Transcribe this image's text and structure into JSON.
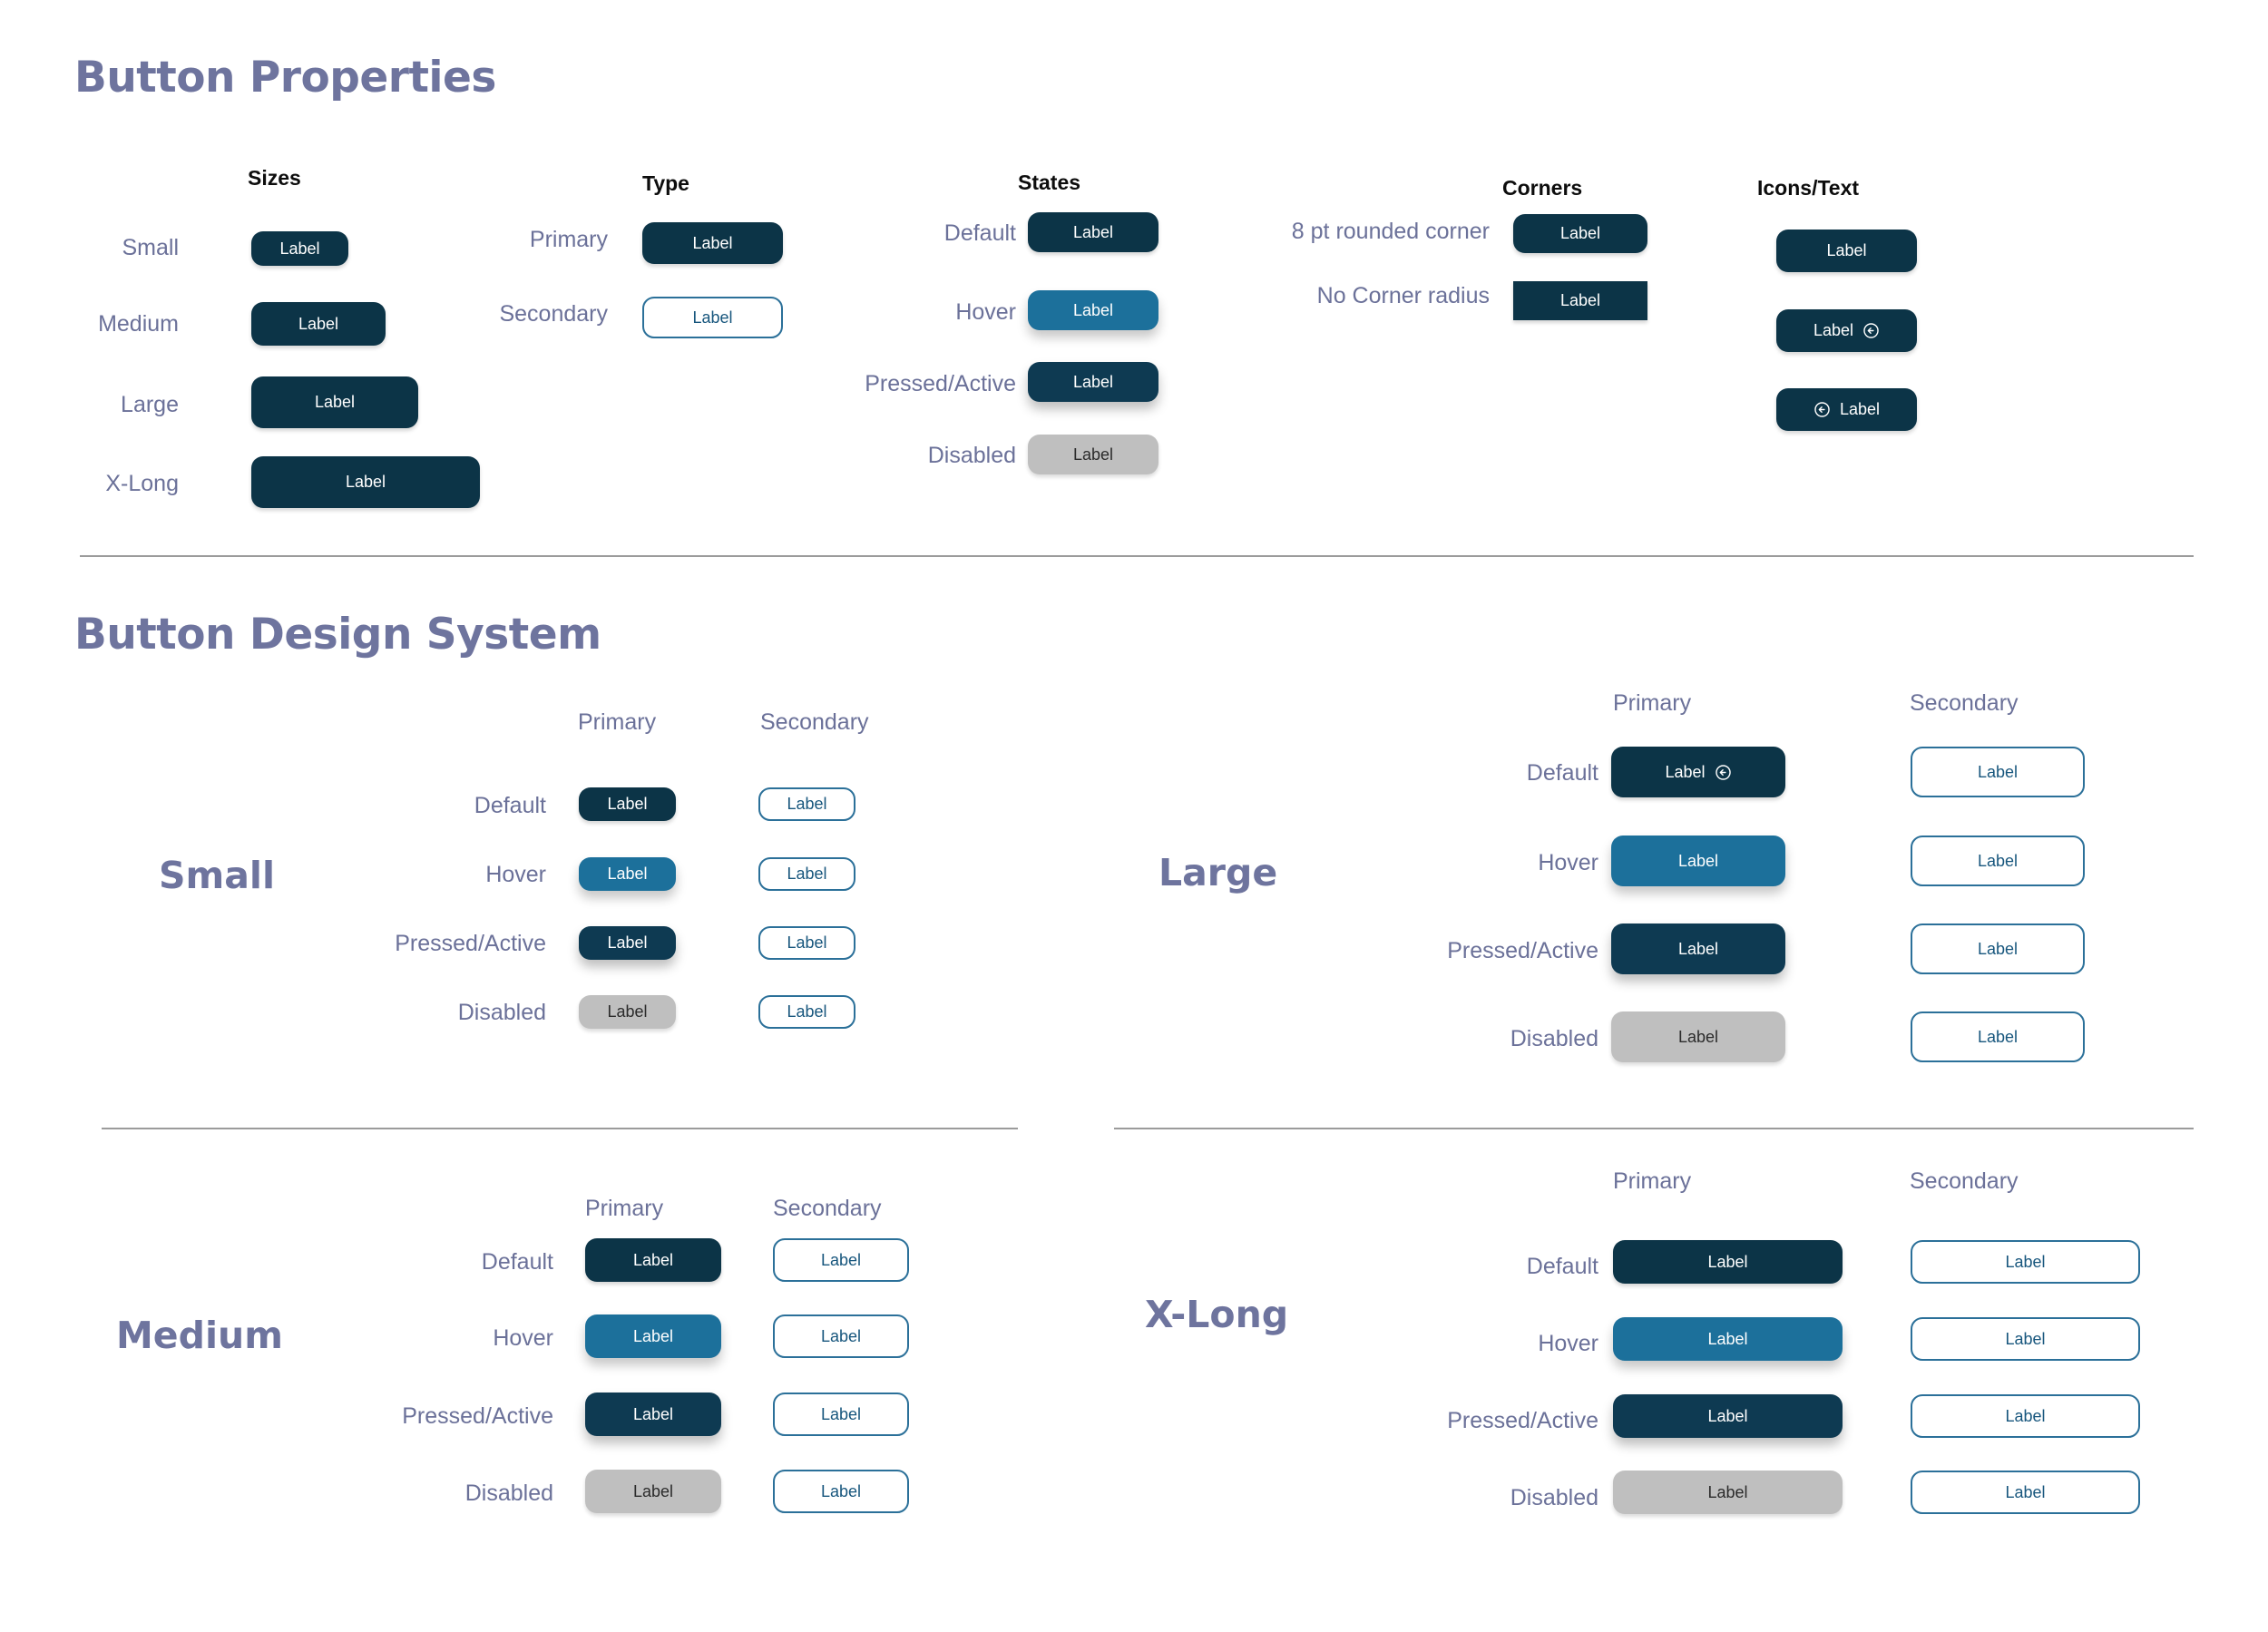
{
  "colors": {
    "primary_navy": "#0C3447",
    "hover_blue": "#1C709B",
    "pressed_navy": "#0E3A52",
    "disabled_gray": "#BFBFBF",
    "secondary_border": "#2B7099",
    "secondary_text": "#17567D",
    "heading_slate": "#6E749E",
    "label_slate": "#6B7199"
  },
  "button_label": "Label",
  "properties": {
    "title": "Button Properties",
    "columns": {
      "sizes": "Sizes",
      "type": "Type",
      "states": "States",
      "corners": "Corners",
      "icons_text": "Icons/Text"
    },
    "sizes": [
      {
        "label": "Small",
        "btn": "Label"
      },
      {
        "label": "Medium",
        "btn": "Label"
      },
      {
        "label": "Large",
        "btn": "Label"
      },
      {
        "label": "X-Long",
        "btn": "Label"
      }
    ],
    "types": [
      {
        "label": "Primary",
        "btn": "Label"
      },
      {
        "label": "Secondary",
        "btn": "Label"
      }
    ],
    "states": [
      {
        "label": "Default",
        "btn": "Label"
      },
      {
        "label": "Hover",
        "btn": "Label"
      },
      {
        "label": "Pressed/Active",
        "btn": "Label"
      },
      {
        "label": "Disabled",
        "btn": "Label"
      }
    ],
    "corners": [
      {
        "label": "8 pt rounded corner",
        "btn": "Label"
      },
      {
        "label": "No Corner radius",
        "btn": "Label"
      }
    ],
    "icons_text": [
      {
        "btn": "Label",
        "icon": "none"
      },
      {
        "btn": "Label",
        "icon": "trailing-arrow-circle-left-icon"
      },
      {
        "btn": "Label",
        "icon": "leading-arrow-circle-left-icon"
      }
    ]
  },
  "design_system": {
    "title": "Button Design System",
    "col_primary": "Primary",
    "col_secondary": "Secondary",
    "states": [
      "Default",
      "Hover",
      "Pressed/Active",
      "Disabled"
    ],
    "groups": [
      {
        "name": "Small",
        "primary_label": "Label",
        "secondary_label": "Label"
      },
      {
        "name": "Large",
        "primary_label": "Label",
        "secondary_label": "Label"
      },
      {
        "name": "Medium",
        "primary_label": "Label",
        "secondary_label": "Label"
      },
      {
        "name": "X-Long",
        "primary_label": "Label",
        "secondary_label": "Label"
      }
    ]
  }
}
